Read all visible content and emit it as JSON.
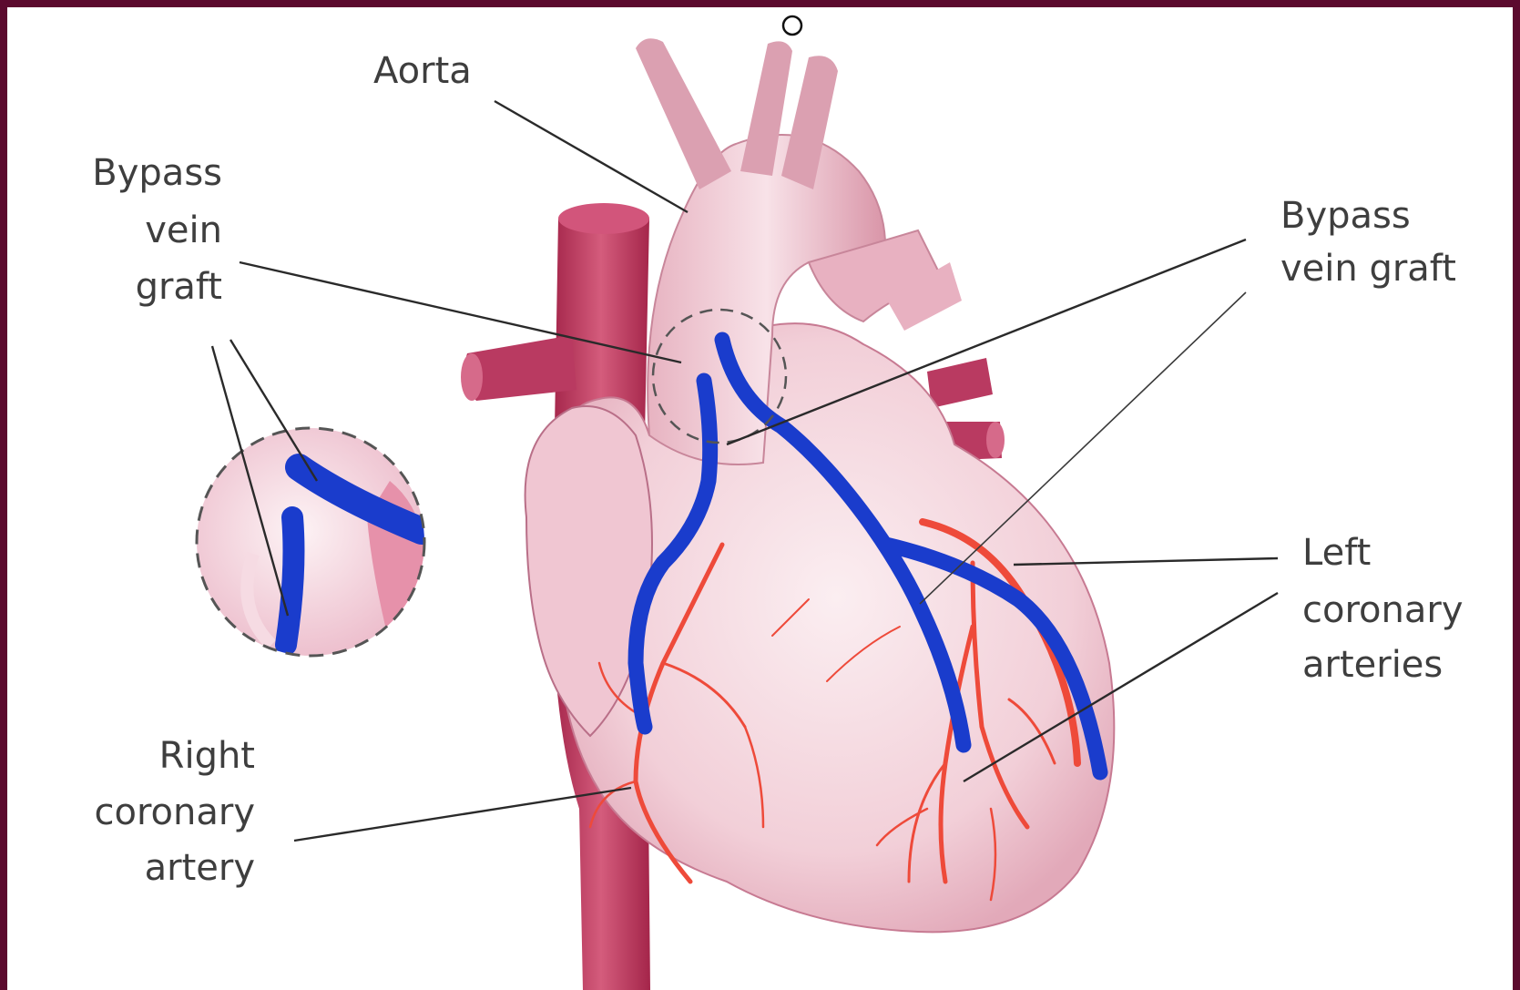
{
  "colors": {
    "frame": "#5c0a2e",
    "heart_tissue": "#f3d3db",
    "vessel": "#b8345a",
    "bypass_graft": "#1a3ccc",
    "coronary_artery": "#ee4a3a",
    "label_text": "#3e3e3e"
  },
  "labels": {
    "aorta": "Aorta",
    "bypass_left": [
      "Bypass",
      "vein",
      "graft"
    ],
    "bypass_right": [
      "Bypass",
      "vein graft"
    ],
    "left_coronary": [
      "Left",
      "coronary",
      "arteries"
    ],
    "right_coronary": [
      "Right",
      "coronary",
      "artery"
    ]
  }
}
